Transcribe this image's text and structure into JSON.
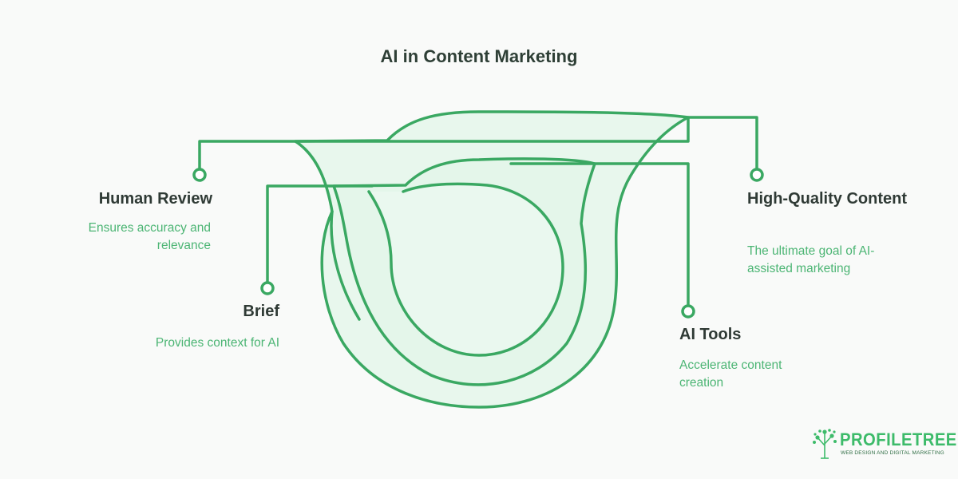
{
  "title": "AI in Content Marketing",
  "nodes": {
    "human_review": {
      "title": "Human Review",
      "desc": "Ensures accuracy and relevance"
    },
    "brief": {
      "title": "Brief",
      "desc": "Provides context for AI"
    },
    "high_quality": {
      "title": "High-Quality Content",
      "desc": "The ultimate goal of AI-assisted marketing"
    },
    "ai_tools": {
      "title": "AI Tools",
      "desc": "Accelerate content creation"
    }
  },
  "logo": {
    "name_a": "PROFILE",
    "name_b": "TREE",
    "tagline": "WEB DESIGN AND DIGITAL MARKETING"
  },
  "colors": {
    "stroke": "#3aa862",
    "fill": "#e4f6ea",
    "text_green": "#4cb574",
    "text_dark": "#2f3a35"
  },
  "icons": [
    "tree-logo-icon"
  ]
}
